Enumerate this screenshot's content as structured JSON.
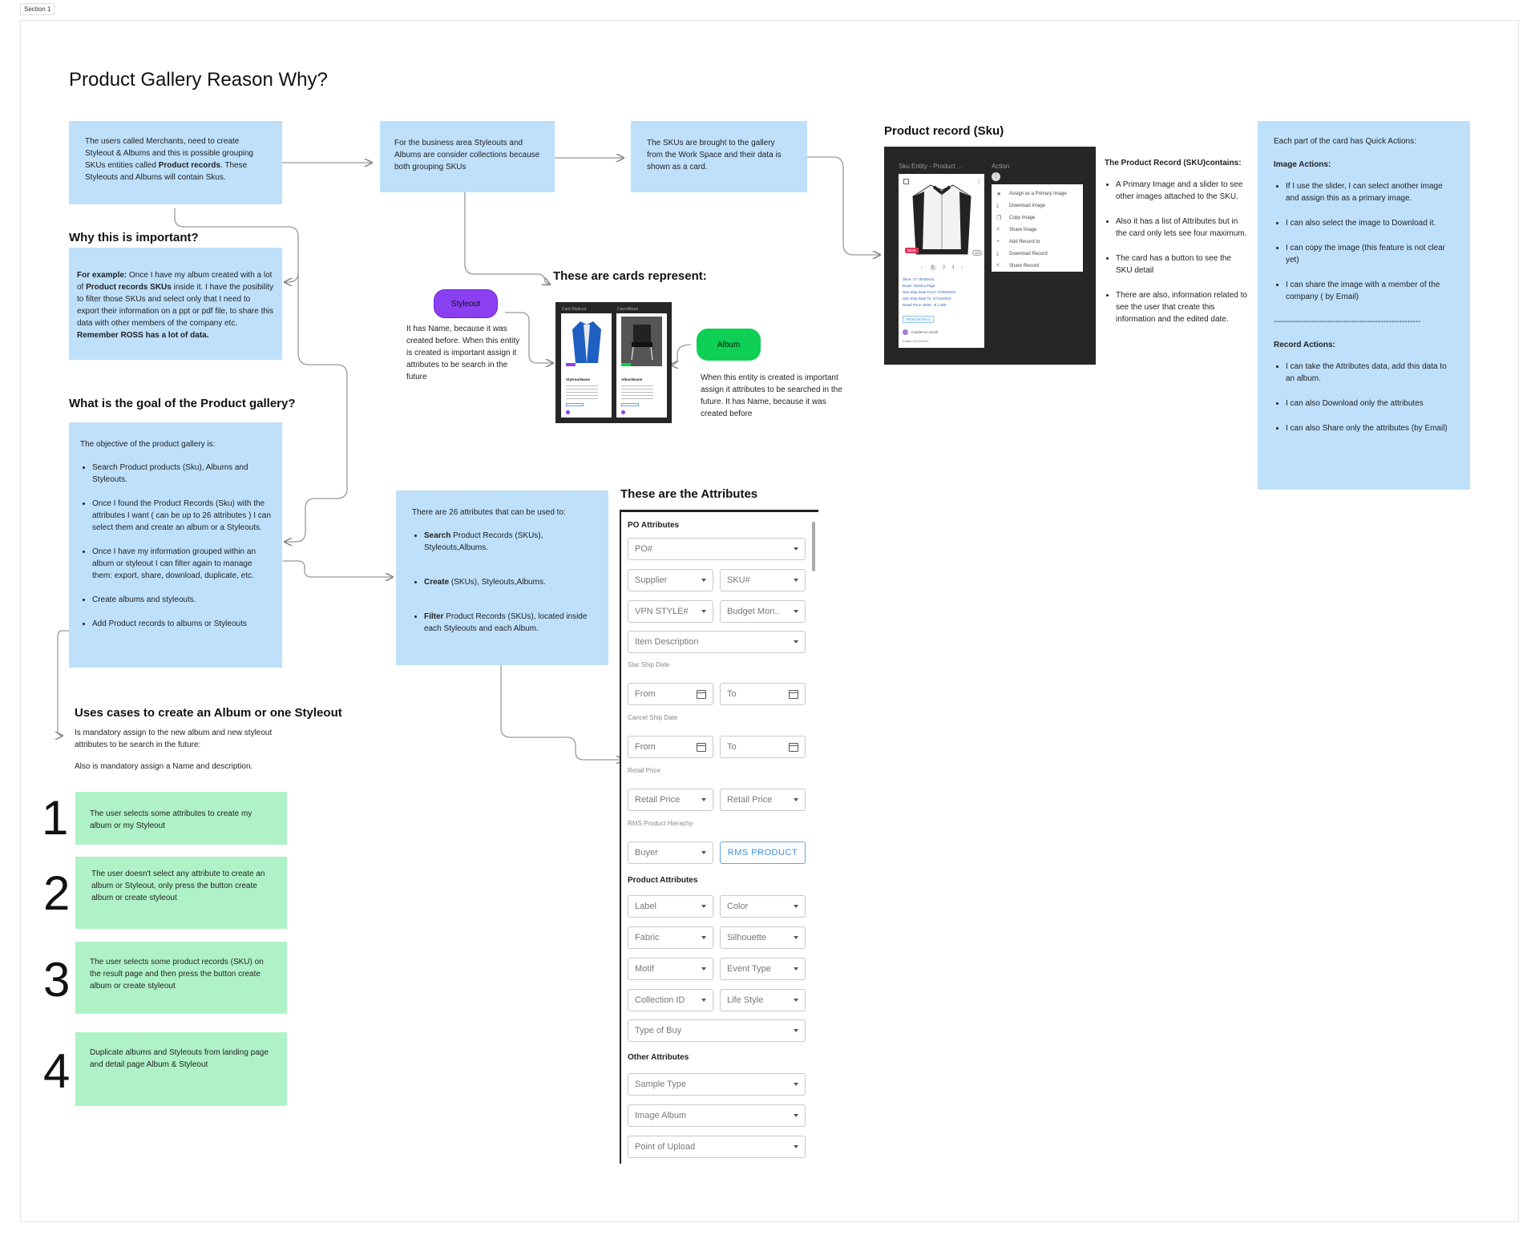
{
  "section_tag": "Section 1",
  "title": "Product Gallery Reason Why?",
  "box_merchants": {
    "t1": "The users called Merchants, need to create Styleout & Albums and this is possible grouping SKUs entities called ",
    "b1": "Product records",
    "t2": ". These Styleouts and Albums will contain Skus."
  },
  "box_collections": "For the business area Styleouts and Albums are consider collections because both grouping SKUs",
  "box_skus": "The SKUs are brought to the gallery from the Work Space and their data is shown as a card.",
  "why_title": "Why this is important?",
  "box_example": {
    "b1": "For example:",
    "t1": " Once I have my album created with a lot of ",
    "b2": "Product records SKUs",
    "t2": " inside it. I have the posibility to filter those SKUs and select only that I need to export their information on a ppt or pdf file, to share this data with other members of the company etc. ",
    "b3": "Remember ROSS has a lot of data."
  },
  "goal_title": "What is the goal of the Product gallery?",
  "goal_box": {
    "intro": "The objective of the product gallery is:",
    "items": [
      "Search Product products (Sku), Albums and Styleouts.",
      "Once I found the Product Records (Sku) with the attributes I want ( can be up to 26 attributes ) I can select them and create an album or a Styleouts.",
      "Once I have my information grouped within an album or styleout I can filter again to manage them: export, share, download, duplicate, etc.",
      "Create albums and styleouts.",
      "Add Product records to albums or Styleouts"
    ]
  },
  "cards_title": "These are cards represent:",
  "styleout_pill": "Styleout",
  "styleout_text": "It has Name, because it was created before. When this entity is created is important assign it attributes to be search in the future",
  "album_pill": "Album",
  "album_text": "When this entity is created is important assign it attributes to be searched in the future. It has Name, because it was created before",
  "mini_cards": {
    "left_header": "Card Styleout",
    "right_header": "Card Album",
    "left_name": "StyleoutName",
    "right_name": "AlbumName"
  },
  "product_record_title": "Product record (Sku)",
  "sku_card": {
    "entity": "Sku Entity - Product ...",
    "action": "Action",
    "badge": "NEW",
    "counter": "1/3",
    "pages": [
      "1",
      "2",
      "3"
    ],
    "details": [
      "Sku#: 17-78036444",
      "Buyer: Monica Page",
      "Star Ship Date From: 07/08/2023",
      "Star Ship Date To: 07/10/2023",
      "Retail Price: $400 - $ 1.000"
    ],
    "view_details": "VIEW DETAILS",
    "user": "Candence Smith",
    "edited": "Edited 02/23/2023",
    "menu": [
      {
        "icon": "star-icon",
        "label": "Assign as a Primary Image"
      },
      {
        "icon": "download-icon",
        "label": "Download Image"
      },
      {
        "icon": "copy-icon",
        "label": "Copy Image"
      },
      {
        "icon": "share-icon",
        "label": "Share Image"
      },
      {
        "icon": "plus-icon",
        "label": "Add Record to"
      },
      {
        "icon": "download-icon",
        "label": "Download Record"
      },
      {
        "icon": "share-icon",
        "label": "Share Record"
      }
    ]
  },
  "sku_contains": {
    "title": "The Product Record (SKU)contains:",
    "items": [
      "A Primary Image and a slider to see other images attached to the SKU.",
      "Also it has a list of Attributes but in the card only lets see four maximum.",
      "The card has a button to see the SKU detail",
      "There are also, information related to see the user that create this information and the edited date."
    ]
  },
  "quick_actions": {
    "intro": "Each part of the card has Quick Actions:",
    "image_title": "Image Actions:",
    "image_items": [
      "If I use the slider, I can select another image and assign this as a primary image.",
      "I can also select the image to Download it.",
      "I can copy the image (this feature is not clear yet)",
      "I can share the image with a member of the company ( by Email)"
    ],
    "separator": "-------------------------------------------------------",
    "record_title": "Record Actions:",
    "record_items": [
      "I can take the Attributes data, add this data to an album.",
      "I can also Download only the attributes",
      "I can also Share only the attributes (by Email)"
    ]
  },
  "attr26": {
    "intro": "There are 26 attributes that can be used to:",
    "i1b": "Search",
    "i1": " Product Records (SKUs), Styleouts,Albums.",
    "i2b": "Create",
    "i2": " (SKUs), Styleouts,Albums.",
    "i3b": "Filter",
    "i3": " Product Records (SKUs), located inside each Styleouts and each Album."
  },
  "attributes_title": "These are the  Attributes",
  "attributes": {
    "po_title": "PO Attributes",
    "po": "PO#",
    "supplier": "Supplier",
    "sku": "SKU#",
    "vpn": "VPN STYLE#",
    "budget": "Budget Mon..",
    "item_desc": "Item Description",
    "star_ship": "Star Ship Date",
    "from": "From",
    "to": "To",
    "cancel_ship": "Cancel Ship Date",
    "retail_label": "Retail Price",
    "retail": "Retail Price",
    "rms_label": "RMS Product Hierachy",
    "buyer": "Buyer",
    "rms_btn": "RMS PRODUCT",
    "product_title": "Product Attributes",
    "label": "Label",
    "color": "Color",
    "fabric": "Fabric",
    "silhouette": "Silhouette",
    "motif": "Motif",
    "event_type": "Event Type",
    "collection": "Collection ID",
    "life_style": "Life Style",
    "type_buy": "Type of Buy",
    "other_title": "Other Attributes",
    "sample_type": "Sample Type",
    "image_album": "Image Album",
    "point_upload": "Point of Upload"
  },
  "usecases_title": "Uses cases to create an Album or one Styleout",
  "usecases_intro1": "Is mandatory assign to the new album and new styleout attributes to be search in the future:",
  "usecases_intro2": "Also is mandatory assign a Name and description.",
  "usecases": [
    {
      "num": "1",
      "text": "The user selects some attributes to create my album or my Styleout"
    },
    {
      "num": "2",
      "text": "The user doesn't select any attribute to create an album or Styleout, only press the button create album or create styleout"
    },
    {
      "num": "3",
      "text": "The user selects some product records (SKU)  on the result page and then press the button create album or create styleout"
    },
    {
      "num": "4",
      "text": "Duplicate albums and Styleouts from landing page and detail page Album & Styleout"
    }
  ],
  "colors": {
    "blue_box": "#bfe0fb",
    "green_box": "#b0f2c8",
    "styleout": "#8a3ff0",
    "album": "#0fcf54",
    "dark_panel": "#262626"
  }
}
